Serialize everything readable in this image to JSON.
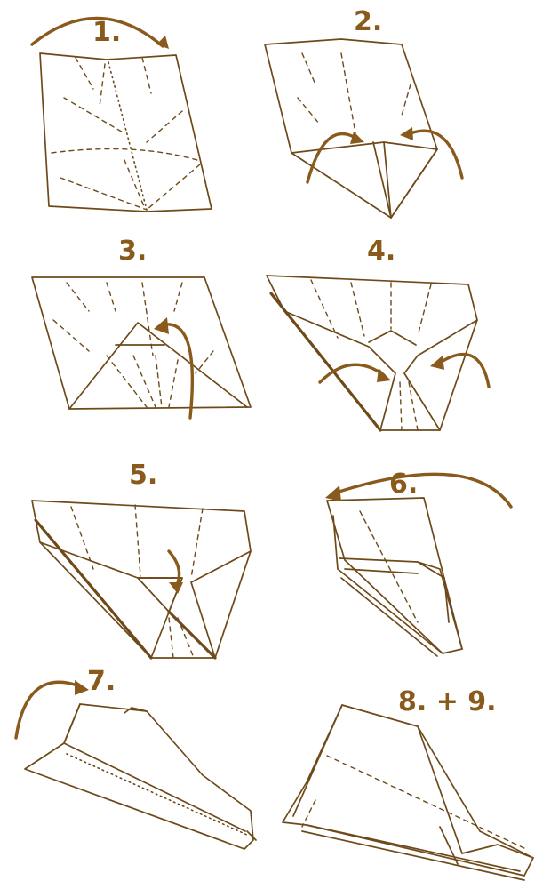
{
  "steps": [
    {
      "label": "1."
    },
    {
      "label": "2."
    },
    {
      "label": "3."
    },
    {
      "label": "4."
    },
    {
      "label": "5."
    },
    {
      "label": "6."
    },
    {
      "label": "7."
    },
    {
      "label": "8. + 9."
    }
  ],
  "colors": {
    "label": "#8a5a1c",
    "line": "#6e4a1a",
    "background": "#ffffff"
  }
}
